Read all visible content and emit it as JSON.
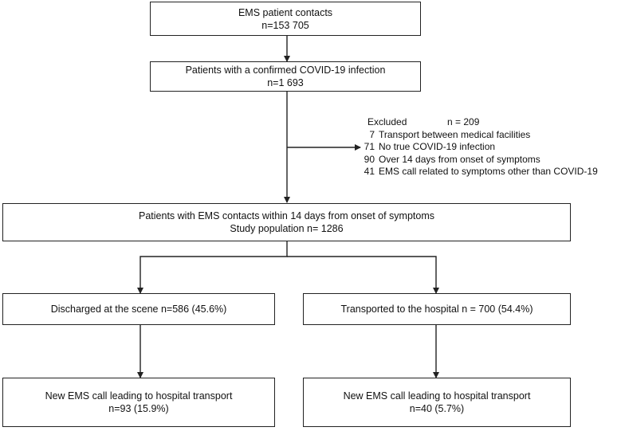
{
  "boxes": {
    "contacts": {
      "line1": "EMS patient contacts",
      "line2": "n=153 705"
    },
    "confirmed": {
      "line1": "Patients with a confirmed COVID-19 infection",
      "line2": "n=1 693"
    },
    "study": {
      "line1": "Patients with EMS contacts within 14 days from onset of symptoms",
      "line2": "Study population n= 1286"
    },
    "discharged": {
      "line1": "Discharged at the scene n=586 (45.6%)"
    },
    "transported": {
      "line1": "Transported to the hospital n = 700 (54.4%)"
    },
    "new_call_left": {
      "line1": "New EMS call leading to hospital transport",
      "line2": "n=93 (15.9%)"
    },
    "new_call_right": {
      "line1": "New EMS call leading to hospital transport",
      "line2": "n=40 (5.7%)"
    }
  },
  "excluded": {
    "title": "Excluded",
    "total": "n = 209",
    "items": [
      {
        "count": "7",
        "reason": "Transport between medical facilities"
      },
      {
        "count": "71",
        "reason": "No true COVID-19 infection"
      },
      {
        "count": "90",
        "reason": "Over 14 days from onset of symptoms"
      },
      {
        "count": "41",
        "reason": "EMS call related to symptoms other than COVID-19"
      }
    ]
  }
}
